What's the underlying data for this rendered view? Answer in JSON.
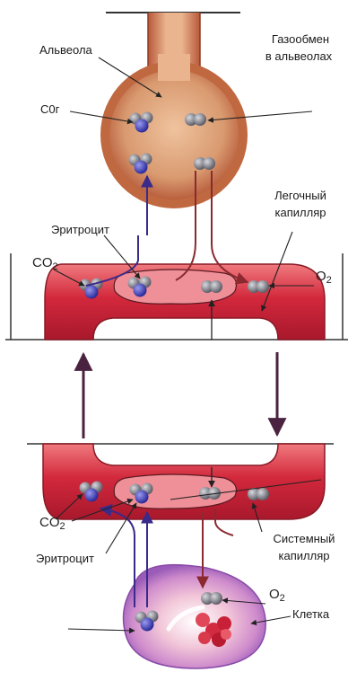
{
  "labels": {
    "alveolus": "Альвеола",
    "gas_exchange_line1": "Газообмен",
    "gas_exchange_line2": "в альвеолах",
    "co2_top": "C0г",
    "erythrocyte_top": "Эритроцит",
    "pulmonary_capillary_line1": "Легочный",
    "pulmonary_capillary_line2": "капилляр",
    "co2_mid_base": "CO",
    "co2_mid_sub": "2",
    "o2_mid_base": "O",
    "o2_mid_sub": "2",
    "co2_low_base": "CO",
    "co2_low_sub": "2",
    "erythrocyte_bottom": "Эритроцит",
    "systemic_capillary_line1": "Системный",
    "systemic_capillary_line2": "капилляр",
    "o2_low_base": "O",
    "o2_low_sub": "2",
    "cell": "Клетка"
  },
  "colors": {
    "vessel_red": "#d0243a",
    "vessel_light": "#ee8a8e",
    "alveolus_fill": "#d9956b",
    "alveolus_wall": "#b8583a",
    "co2_molecule": "#4a4ac0",
    "o2_molecule": "#8a8a92",
    "arrow_dark": "#5a2a4a",
    "cell_fill": "#d8a8e0"
  }
}
